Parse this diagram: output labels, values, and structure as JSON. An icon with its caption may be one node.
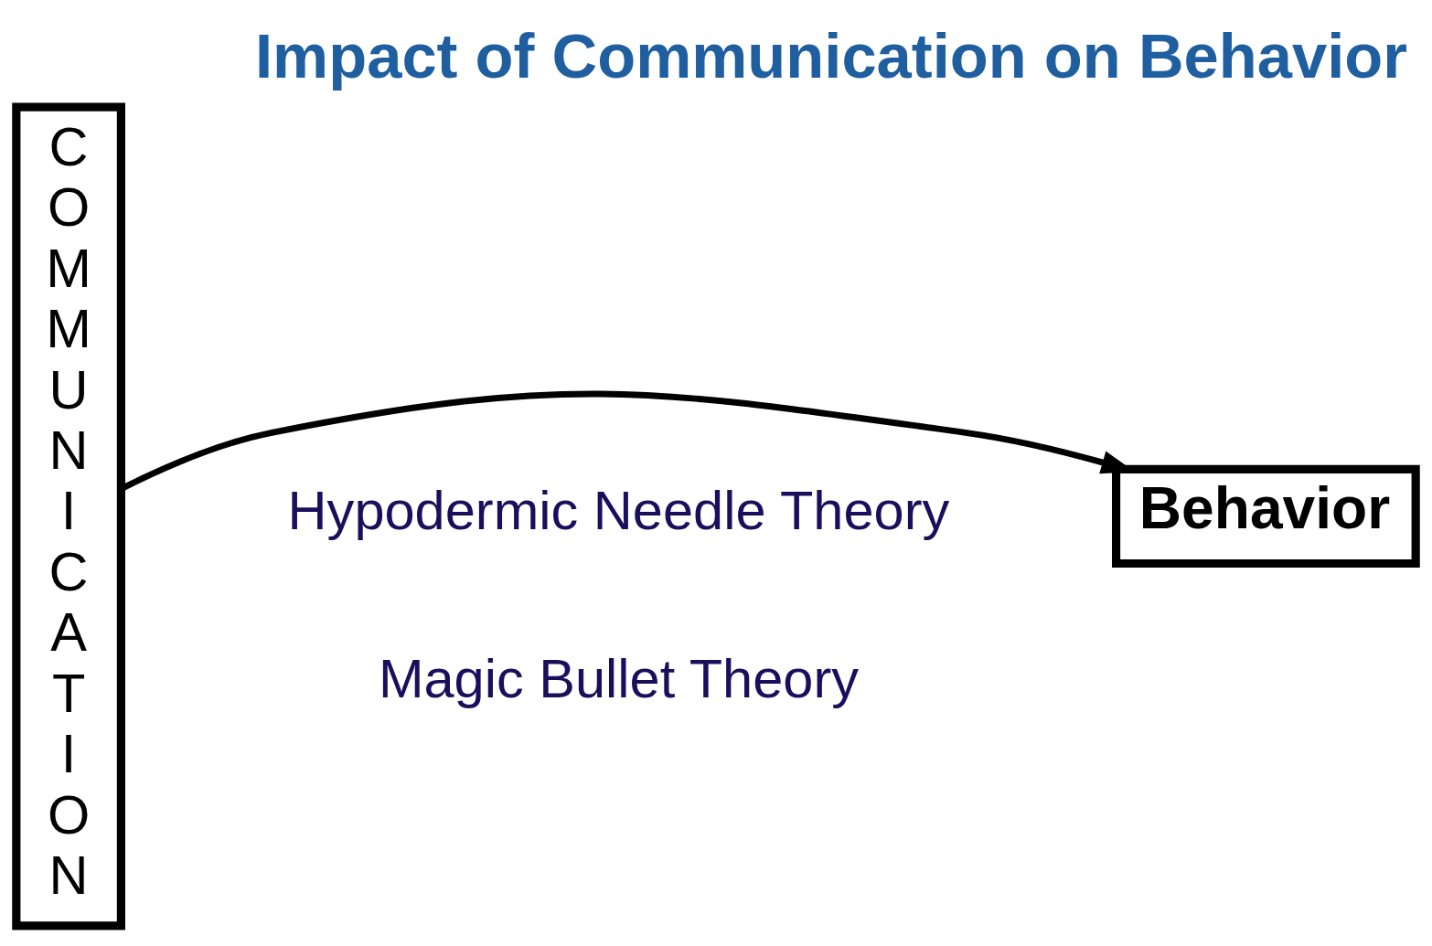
{
  "diagram": {
    "title": "Impact of Communication on Behavior",
    "nodes": [
      {
        "text": [
          "COMMUNICATION"
        ]
      },
      {
        "text": [
          "Behavior"
        ]
      }
    ],
    "edges": [
      {
        "from": 0,
        "to": 1,
        "arrow": "to"
      }
    ],
    "labels": [
      "Hypodermic Needle Theory",
      "Magic Bullet Theory"
    ]
  }
}
